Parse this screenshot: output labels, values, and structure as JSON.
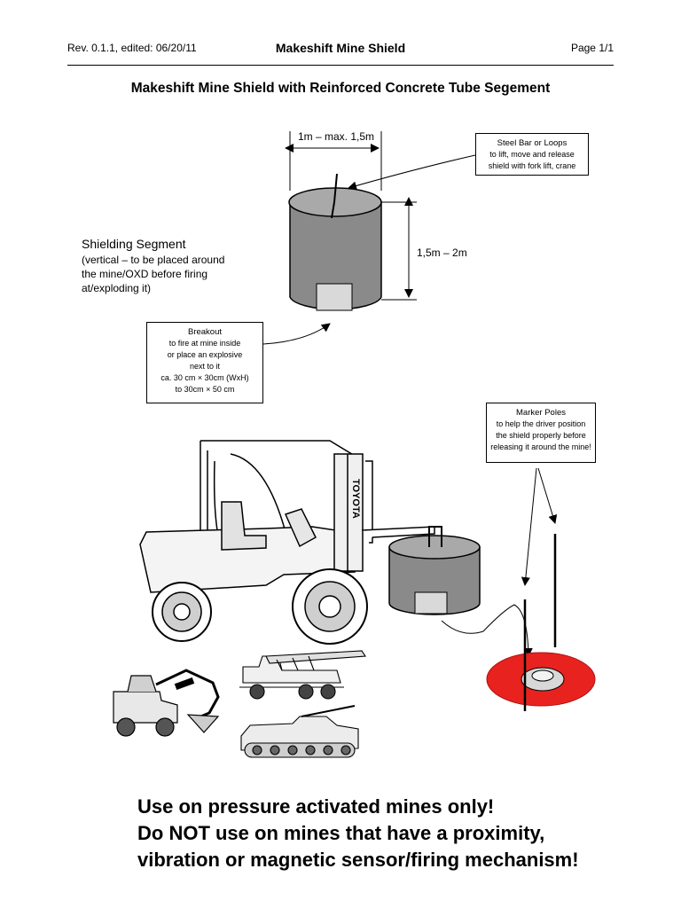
{
  "header": {
    "revision": "Rev. 0.1.1, edited: 06/20/11",
    "title": "Makeshift Mine Shield",
    "page": "Page 1/1"
  },
  "doc_title": "Makeshift Mine Shield with Reinforced Concrete Tube Segement",
  "dimensions": {
    "width": "1m – max. 1,5m",
    "height": "1,5m – 2m"
  },
  "callouts": {
    "steel": {
      "title": "Steel Bar or Loops",
      "lines": [
        "to lift, move and release",
        "shield with fork lift, crane"
      ]
    },
    "breakout": {
      "title": "Breakout",
      "lines": [
        "to fire at mine inside",
        "or place an explosive",
        "next to it",
        "ca. 30 cm × 30cm (WxH)",
        "to 30cm × 50 cm"
      ]
    },
    "marker": {
      "title": "Marker Poles",
      "lines": [
        "to help the driver position",
        "the shield properly before",
        "releasing it around the mine!"
      ]
    }
  },
  "segment": {
    "title": "Shielding Segment",
    "lines": [
      "(vertical – to be placed around",
      "the mine/OXD before firing",
      "at/exploding it)"
    ]
  },
  "forklift_brand": "TOYOTA",
  "warning": [
    "Use on pressure activated mines only!",
    "Do NOT use on mines that have a proximity,",
    "vibration or magnetic sensor/firing mechanism!"
  ],
  "colors": {
    "cylinder_fill": "#8a8a8a",
    "cylinder_top": "#a9a9a9",
    "mine_zone": "#e8231f"
  }
}
